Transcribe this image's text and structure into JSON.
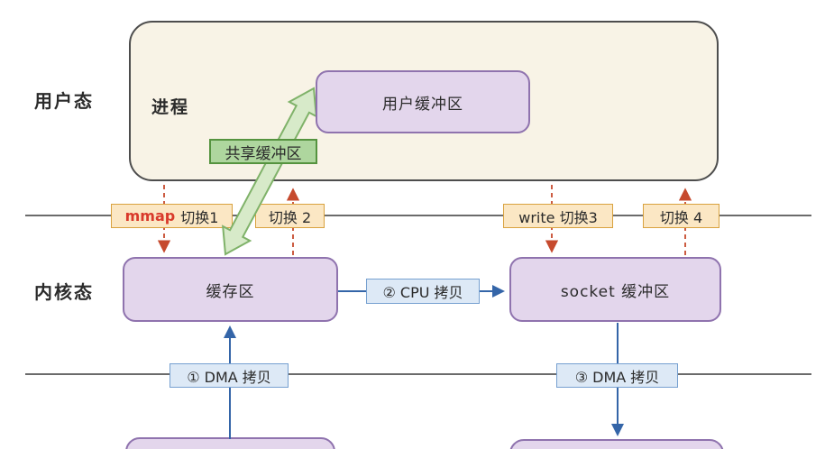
{
  "regions": {
    "user_mode": "用户态",
    "kernel_mode": "内核态"
  },
  "boxes": {
    "process": "进程",
    "user_buffer": "用户缓冲区",
    "shared_buffer": "共享缓冲区",
    "kernel_buffer": "缓存区",
    "socket_buffer": "socket 缓冲区"
  },
  "switches": {
    "s1_highlight": "mmap",
    "s1_text": "切换1",
    "s2_text": "切换 2",
    "s3_text": "write 切换3",
    "s4_text": "切换 4"
  },
  "copies": {
    "cpu_copy": "② CPU 拷贝",
    "dma_copy_1": "① DMA 拷贝",
    "dma_copy_3": "③ DMA 拷贝"
  },
  "colors": {
    "process-fill": "#f8f3e6",
    "process-border": "#4d4d4d",
    "purple-fill": "#e3d6ec",
    "purple-border": "#8f73ae",
    "green-tag-fill": "#aed69e",
    "green-tag-border": "#55933f",
    "green-arrow-fill": "#d7eac9",
    "green-arrow-border": "#7fb269",
    "peach-fill": "#fbe7c4",
    "peach-border": "#d9a23f",
    "red-accent": "#d93a2b",
    "red-dash": "#c64a2e",
    "blue-line": "#3465a8",
    "blue-label-fill": "#dde9f6",
    "blue-label-border": "#76a0d0",
    "line-color": "#3a3a3a",
    "text-color": "#2b2b2b"
  }
}
